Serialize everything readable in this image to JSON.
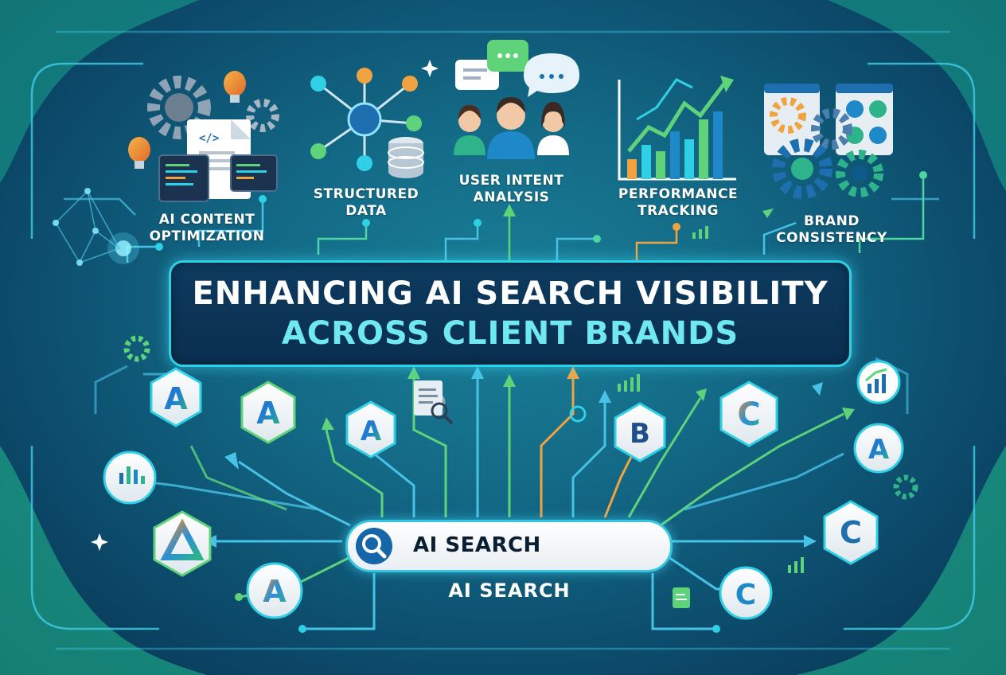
{
  "title": {
    "line1": "ENHANCING AI SEARCH VISIBILITY",
    "line2": "ACROSS CLIENT BRANDS"
  },
  "features": [
    {
      "line1": "AI CONTENT",
      "line2": "OPTIMIZATION",
      "icon": "code-document-gear-icon"
    },
    {
      "line1": "STRUCTURED",
      "line2": "DATA",
      "icon": "network-database-icon"
    },
    {
      "line1": "USER INTENT",
      "line2": "ANALYSIS",
      "icon": "users-chat-icon"
    },
    {
      "line1": "PERFORMANCE",
      "line2": "TRACKING",
      "icon": "bar-chart-trend-icon"
    },
    {
      "line1": "BRAND",
      "line2": "CONSISTENCY",
      "icon": "gears-windows-icon"
    }
  ],
  "search": {
    "label": "AI SEARCH",
    "caption": "AI SEARCH"
  },
  "brand_logos": [
    {
      "letter": "A",
      "shape": "hexagon"
    },
    {
      "letter": "A",
      "shape": "hexagon"
    },
    {
      "letter": "A",
      "shape": "hexagon"
    },
    {
      "letter": "B",
      "shape": "hexagon"
    },
    {
      "letter": "C",
      "shape": "hexagon"
    },
    {
      "letter": "A",
      "shape": "circle"
    },
    {
      "letter": "C",
      "shape": "hexagon"
    },
    {
      "letter": "A",
      "shape": "circle"
    },
    {
      "letter": "C",
      "shape": "circle"
    }
  ],
  "colors": {
    "accent_cyan": "#2fd0e6",
    "accent_green": "#5fd37a",
    "accent_orange": "#f0a340",
    "brand_blue": "#1466a8",
    "title_cyan": "#6fe8f0"
  }
}
